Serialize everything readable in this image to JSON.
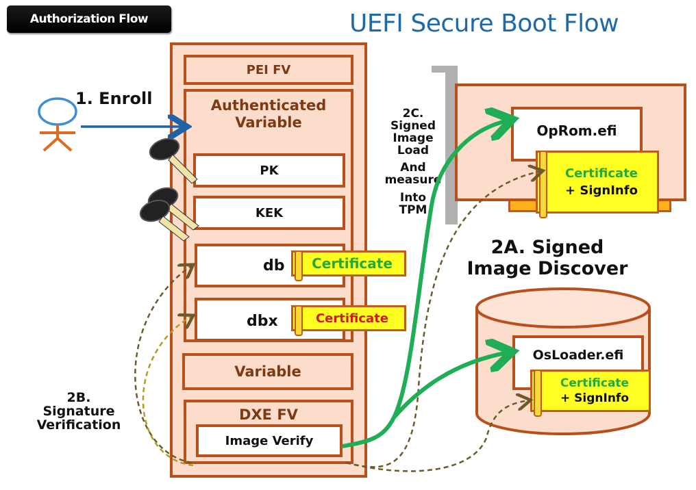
{
  "badge": "Authorization Flow",
  "title": "UEFI Secure Boot Flow",
  "actor": {
    "step_label": "1. Enroll"
  },
  "firmware": {
    "pei_fv": "PEI FV",
    "auth_variable": {
      "title_line1": "Authenticated",
      "title_line2": "Variable",
      "pk": "PK",
      "kek": "KEK",
      "db": "db",
      "dbx": "dbx",
      "db_cert": "Certificate",
      "dbx_cert": "Certificate"
    },
    "variable": "Variable",
    "dxe_fv": "DXE FV",
    "image_verify": "Image Verify"
  },
  "step_2b": {
    "line1": "2B.",
    "line2": "Signature",
    "line3": "Verification"
  },
  "step_2c": {
    "lines": [
      "2C.",
      "Signed",
      "Image",
      "Load",
      "And",
      "measure",
      "Into",
      "TPM"
    ]
  },
  "step_2a": {
    "line1": "2A. Signed",
    "line2": "Image Discover"
  },
  "oprom": {
    "name": "OpRom.efi",
    "cert": "Certificate",
    "signinfo": "+ SignInfo"
  },
  "osloader": {
    "name": "OsLoader.efi",
    "cert": "Certificate",
    "signinfo": "+ SignInfo"
  },
  "colors": {
    "border": "#b8501c",
    "fill": "#fcdccb",
    "cert_yellow": "#ffff22",
    "cert_green": "#22aa3a",
    "cert_red": "#d21a10",
    "flow_green": "#1fae55",
    "enroll_blue": "#1e62a8",
    "title_blue": "#1e6aa8"
  }
}
